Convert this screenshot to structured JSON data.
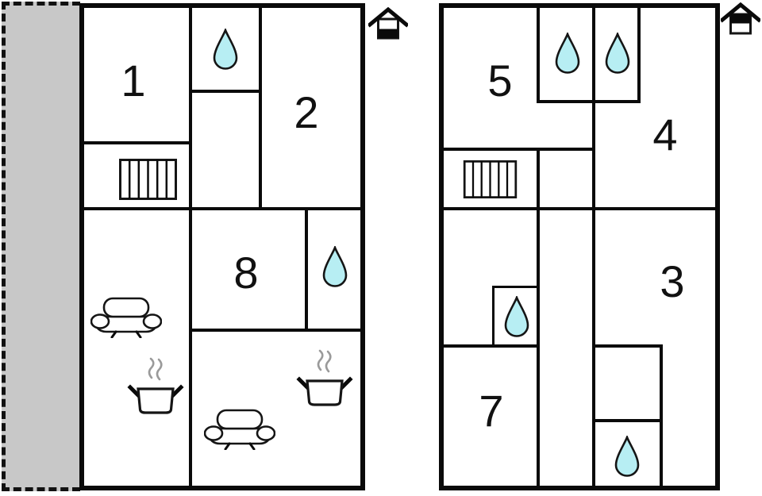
{
  "page": {
    "type": "floor-plan-diagram"
  },
  "colors": {
    "wall": "#0a0a0a",
    "water_drop_fill": "#b7eef3",
    "terrace_fill": "#c8c8c8",
    "steam": "#9a9a9a",
    "background": "#ffffff"
  },
  "terrace": {
    "name": "terrace"
  },
  "plans": [
    {
      "name": "ground-floor",
      "level_icon": "house-ground-floor",
      "room_labels": [
        "1",
        "2",
        "8"
      ],
      "icon_counts": {
        "water_drop": 2,
        "stairs": 1,
        "sofa": 2,
        "stove": 2
      }
    },
    {
      "name": "upper-floor",
      "level_icon": "house-upper-floor",
      "room_labels": [
        "5",
        "4",
        "3",
        "7"
      ],
      "icon_counts": {
        "water_drop": 4,
        "stairs": 1,
        "sofa": 0,
        "stove": 0
      }
    }
  ]
}
